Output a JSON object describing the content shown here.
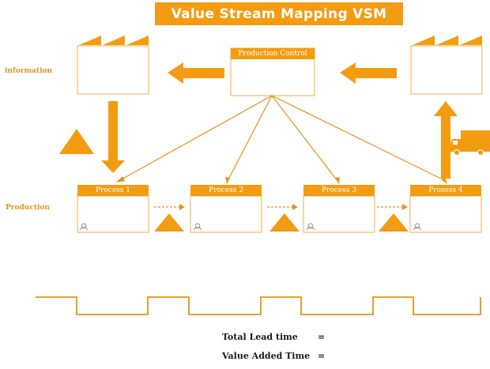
{
  "title": "Value Stream Mapping VSM",
  "labels": {
    "information": "information",
    "production": "Production"
  },
  "production_control": "Production Control",
  "processes": [
    "Process 1",
    "Process 2",
    "Process 3",
    "Prosess 4"
  ],
  "footer": {
    "total_lead_time": "Total Lead time",
    "value_added_time": "Value Added Time",
    "equals": "="
  },
  "colors": {
    "accent": "#f39c12",
    "line": "#e8921a",
    "box_border": "#f5b968"
  }
}
